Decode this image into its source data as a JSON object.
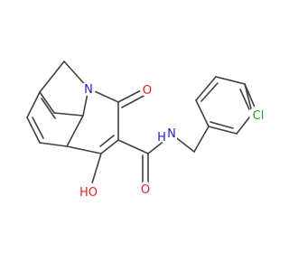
{
  "molecule": {
    "atoms": {
      "n_ring": {
        "text": "N",
        "color": "#1f1fd0"
      },
      "o_keto": {
        "text": "O",
        "color": "#e02020"
      },
      "nh": {
        "text": "N",
        "color": "#1f1fd0"
      },
      "h_nh": {
        "text": "H",
        "color": "#1f1fd0"
      },
      "cl": {
        "text": "Cl",
        "color": "#22a022"
      },
      "o_amide": {
        "text": "O",
        "color": "#e02020"
      },
      "oh": {
        "text": "HO",
        "color": "#e02020"
      }
    },
    "bond_color": "#404040"
  }
}
